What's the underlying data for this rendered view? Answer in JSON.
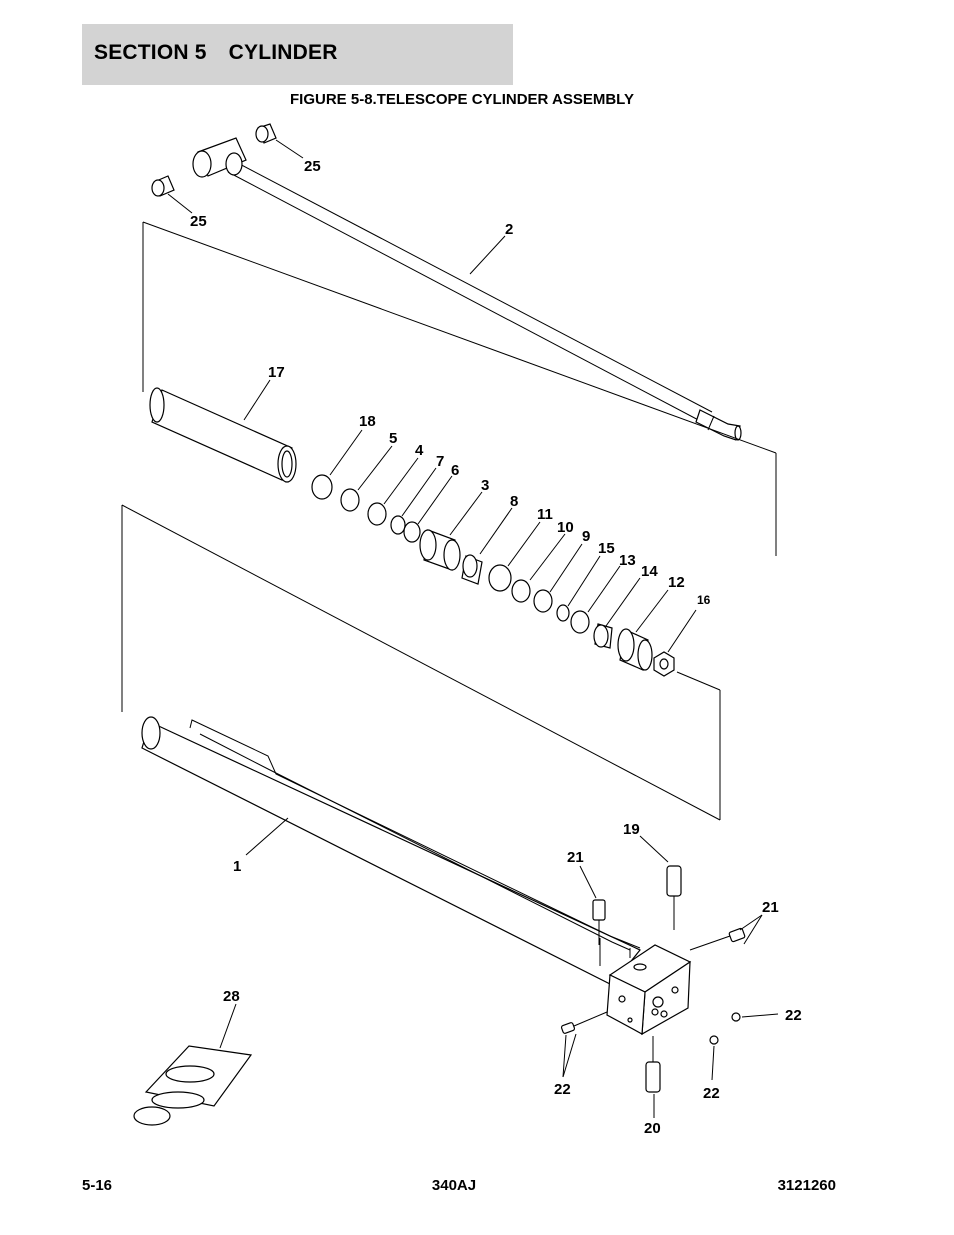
{
  "header": {
    "section": "SECTION 5",
    "title": "CYLINDER"
  },
  "figure_title": "FIGURE 5-8.TELESCOPE CYLINDER ASSEMBLY",
  "callouts": {
    "c25a": "25",
    "c25b": "25",
    "c2": "2",
    "c17": "17",
    "c18": "18",
    "c5": "5",
    "c4": "4",
    "c7": "7",
    "c6": "6",
    "c3": "3",
    "c8": "8",
    "c11": "11",
    "c10": "10",
    "c9": "9",
    "c15": "15",
    "c13": "13",
    "c14": "14",
    "c12": "12",
    "c16": "16",
    "c1": "1",
    "c19": "19",
    "c21a": "21",
    "c21b": "21",
    "c28": "28",
    "c22a": "22",
    "c22b": "22",
    "c22c": "22",
    "c20": "20"
  },
  "footer": {
    "page": "5-16",
    "model": "340AJ",
    "doc_number": "3121260"
  }
}
